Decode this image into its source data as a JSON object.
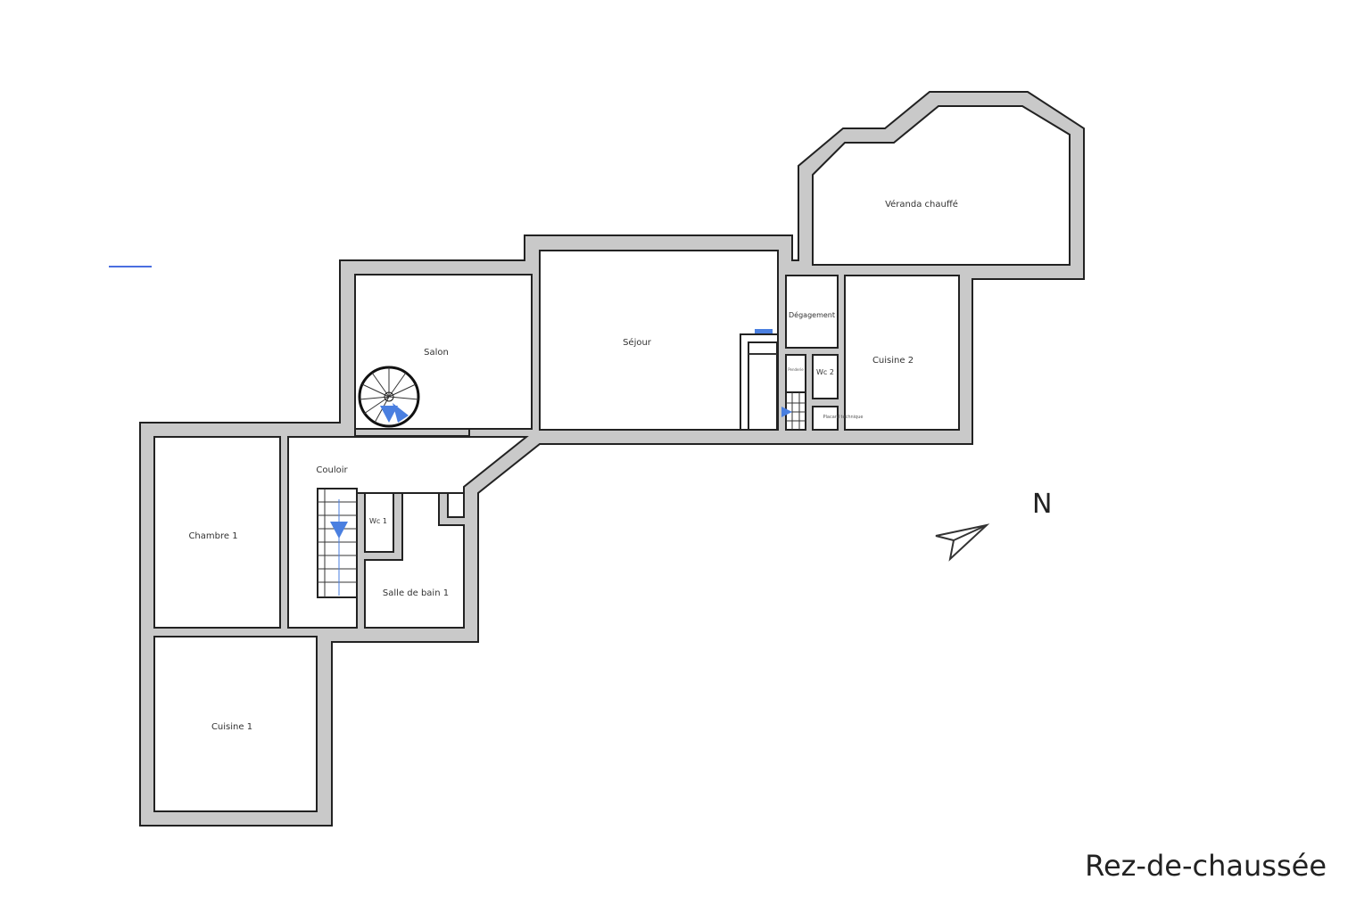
{
  "floor": {
    "title": "Rez-de-chaussée"
  },
  "compass": {
    "letter": "N"
  },
  "rooms": {
    "veranda": "Véranda chauffé",
    "salon": "Salon",
    "sejour": "Séjour",
    "degagement": "Dégagement",
    "cuisine2": "Cuisine 2",
    "wc2": "Wc 2",
    "couloir": "Couloir",
    "chambre1": "Chambre 1",
    "wc1": "Wc 1",
    "salle_de_bain1": "Salle de bain 1",
    "cuisine1": "Cuisine 1",
    "small_a": "Penderie",
    "small_b": "Placard technique"
  },
  "colors": {
    "wall": "#c9c9c9",
    "stair_arrow": "#4a7fe0",
    "scale_bar": "#4a6ee0"
  }
}
